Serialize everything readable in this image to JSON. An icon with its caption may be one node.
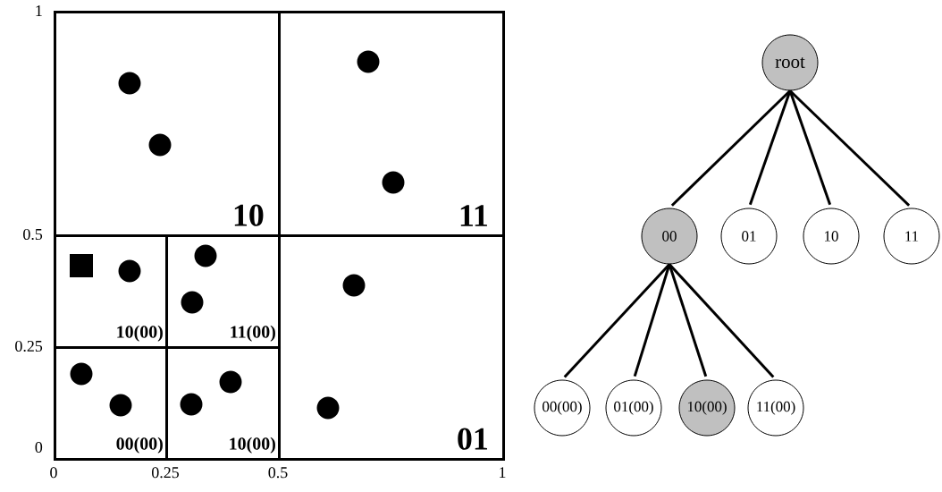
{
  "diagram": {
    "nodes": [
      {
        "text": [
          "10"
        ]
      },
      {
        "text": [
          "11"
        ]
      },
      {
        "text": [
          "10(00)"
        ]
      },
      {
        "text": [
          "11(00)"
        ]
      },
      {
        "text": [
          "01"
        ]
      },
      {
        "text": [
          "00(00)"
        ]
      },
      {
        "text": [
          "10(00)"
        ]
      },
      {
        "text": [
          "root"
        ]
      },
      {
        "text": [
          "00"
        ]
      },
      {
        "text": [
          "01"
        ]
      },
      {
        "text": [
          "10"
        ]
      },
      {
        "text": [
          "11"
        ]
      },
      {
        "text": [
          "00(00)"
        ]
      },
      {
        "text": [
          "01(00)"
        ]
      },
      {
        "text": [
          "10(00)"
        ]
      },
      {
        "text": [
          "11(00)"
        ]
      }
    ],
    "edges": [
      {
        "from": 7,
        "to": 8,
        "arrow": "none"
      },
      {
        "from": 7,
        "to": 9,
        "arrow": "none"
      },
      {
        "from": 7,
        "to": 10,
        "arrow": "none"
      },
      {
        "from": 7,
        "to": 11,
        "arrow": "none"
      },
      {
        "from": 8,
        "to": 12,
        "arrow": "none"
      },
      {
        "from": 8,
        "to": 13,
        "arrow": "none"
      },
      {
        "from": 8,
        "to": 14,
        "arrow": "none"
      },
      {
        "from": 8,
        "to": 15,
        "arrow": "none"
      }
    ],
    "labels": [
      "1",
      "0.5",
      "0.25",
      "0",
      "0",
      "0.25",
      "0.5",
      "1"
    ]
  }
}
